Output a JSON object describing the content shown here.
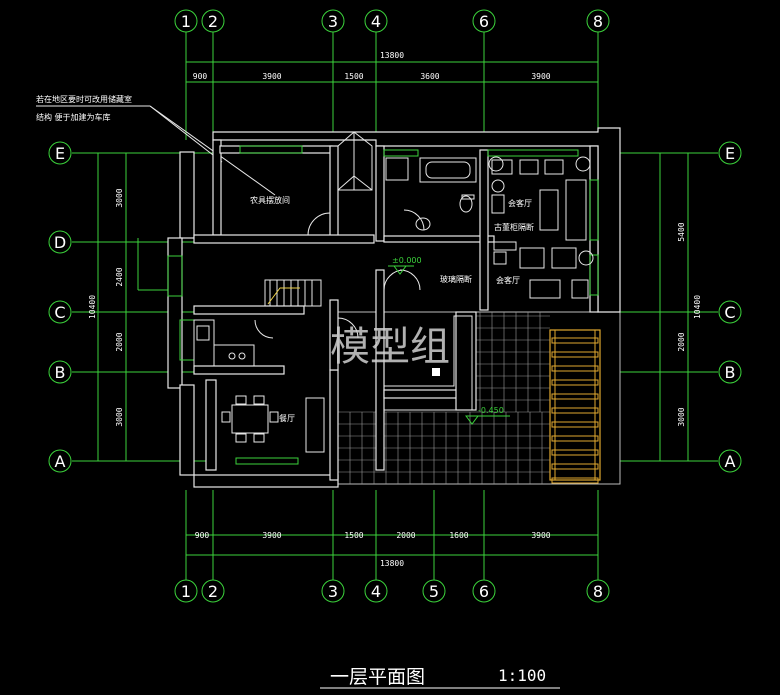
{
  "grid_top": [
    "1",
    "2",
    "3",
    "4",
    "6",
    "8"
  ],
  "grid_bottom": [
    "1",
    "2",
    "3",
    "4",
    "5",
    "6",
    "8"
  ],
  "grid_left": [
    "E",
    "D",
    "C",
    "B",
    "A"
  ],
  "grid_right": [
    "E",
    "C",
    "B",
    "A"
  ],
  "dims_top": {
    "total": "13800",
    "segments": [
      "900",
      "3900",
      "1500",
      "3600",
      "3900"
    ]
  },
  "dims_bottom": {
    "total": "13800",
    "segments": [
      "900",
      "3900",
      "1500",
      "2000",
      "1600",
      "3900"
    ]
  },
  "dims_left": {
    "total": "10400",
    "segments": [
      "3000",
      "2400",
      "2000",
      "3000"
    ]
  },
  "dims_right": {
    "total": "10400",
    "segments": [
      "5400",
      "2000",
      "3000"
    ]
  },
  "annotation": {
    "line1": "若在地区要时可改用储藏室",
    "line2": "结构 便于加建为车库"
  },
  "rooms": {
    "storage": "农具摆放间",
    "living_top": "会客厅",
    "living_bottom": "会客厅",
    "cabinet": "古董柜隔断",
    "glass": "玻璃隔断",
    "dining": "餐厅"
  },
  "levels": {
    "floor": "±0.000",
    "terrace": "-0.450"
  },
  "watermark": "模型组",
  "title": "一层平面图",
  "scale": "1:100"
}
